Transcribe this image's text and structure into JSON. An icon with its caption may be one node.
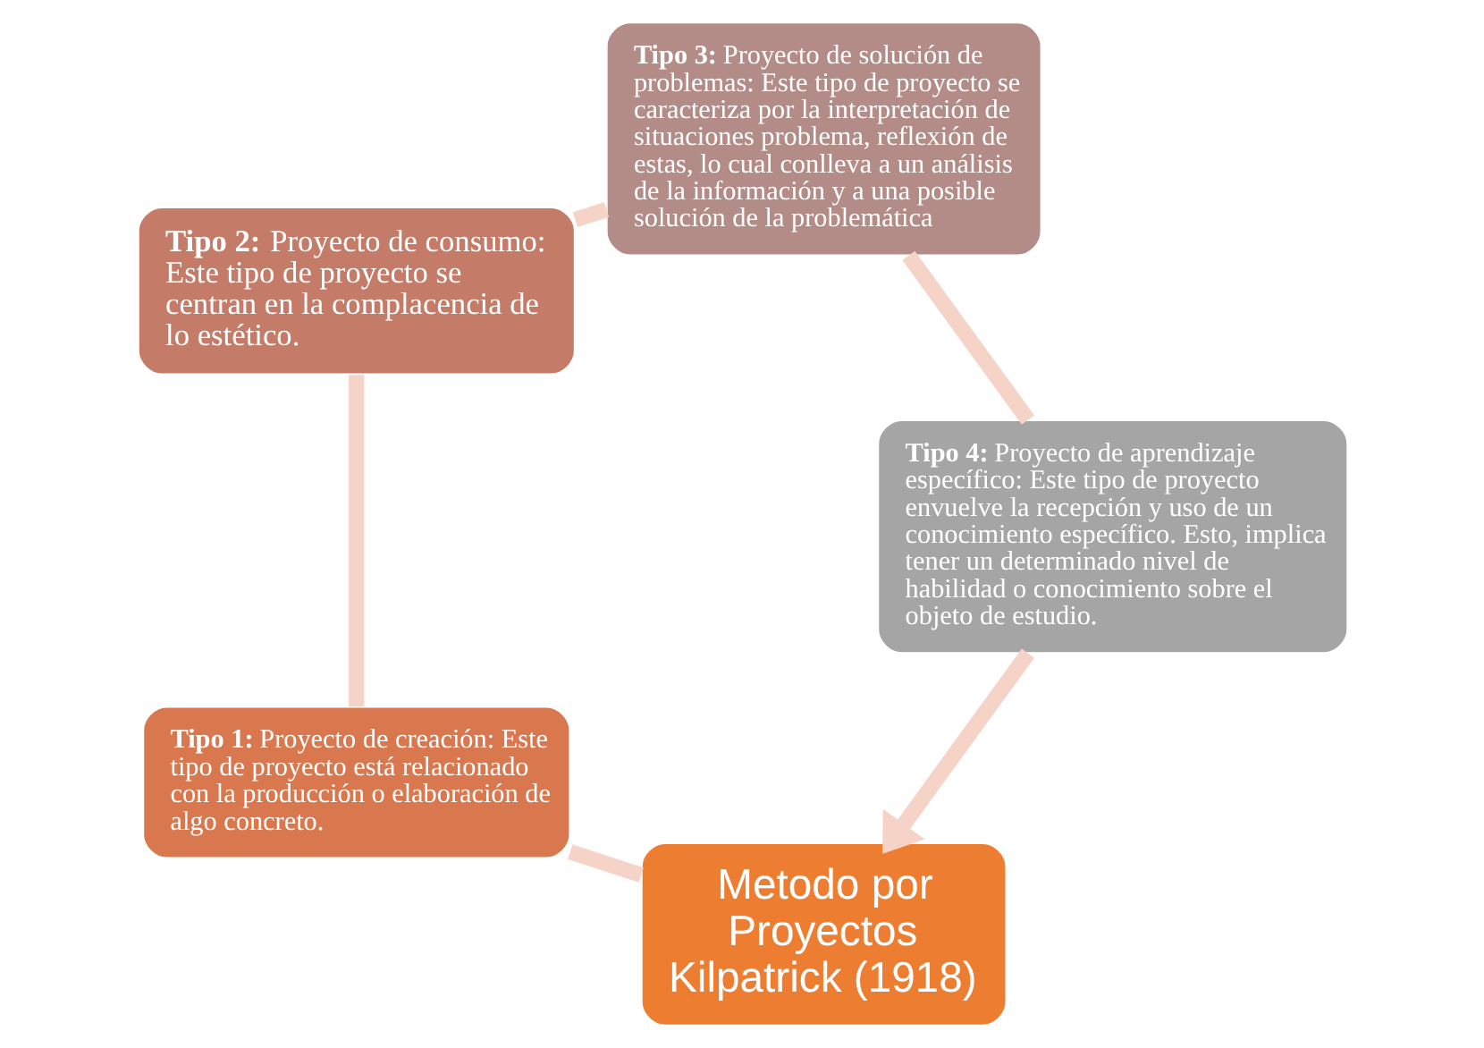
{
  "diagram": {
    "nodes": [
      {
        "text": [
          "Metodo por Proyectos Kilpatrick (1918)"
        ]
      },
      {
        "text": [
          "**Tipo 1:** Proyecto de creación: Este tipo de proyecto está relacionado con la producción o elaboración de algo concreto."
        ]
      },
      {
        "text": [
          "**Tipo 2:** Proyecto de consumo: Este tipo de proyecto se centran en la complacencia de lo estético."
        ]
      },
      {
        "text": [
          "**Tipo 3:** Proyecto de solución de problemas: Este tipo de proyecto se caracteriza por la interpretación de situaciones problema, reflexión de estas, lo cual conlleva a un análisis de la información y a una posible solución de la problemática"
        ]
      },
      {
        "text": [
          "**Tipo 4:** Proyecto de aprendizaje específico: Este tipo de proyecto envuelve la recepción y uso de un conocimiento específico. Esto, implica tener un determinado nivel de habilidad o conocimiento sobre el objeto de estudio."
        ]
      }
    ],
    "edges": [
      {
        "from": 0,
        "to": 1,
        "arrow": "none"
      },
      {
        "from": 1,
        "to": 2,
        "arrow": "none"
      },
      {
        "from": 2,
        "to": 3,
        "arrow": "none"
      },
      {
        "from": 3,
        "to": 4,
        "arrow": "none"
      },
      {
        "from": 4,
        "to": 0,
        "arrow": "to"
      }
    ]
  }
}
